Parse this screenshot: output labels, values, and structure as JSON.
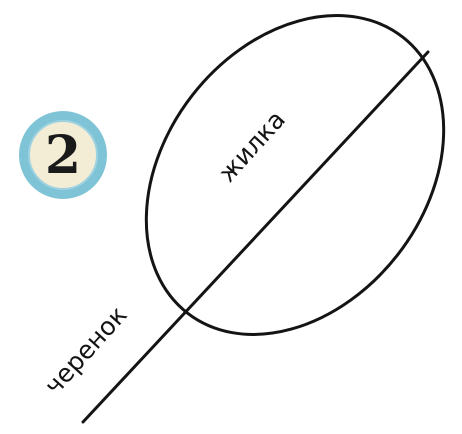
{
  "badge": {
    "number": "2",
    "ring_color": "#7fc3d6",
    "fill_color": "#f4edd6"
  },
  "diagram": {
    "vein_label": "жилка",
    "petiole_label": "черенок",
    "line_color": "#141414"
  }
}
